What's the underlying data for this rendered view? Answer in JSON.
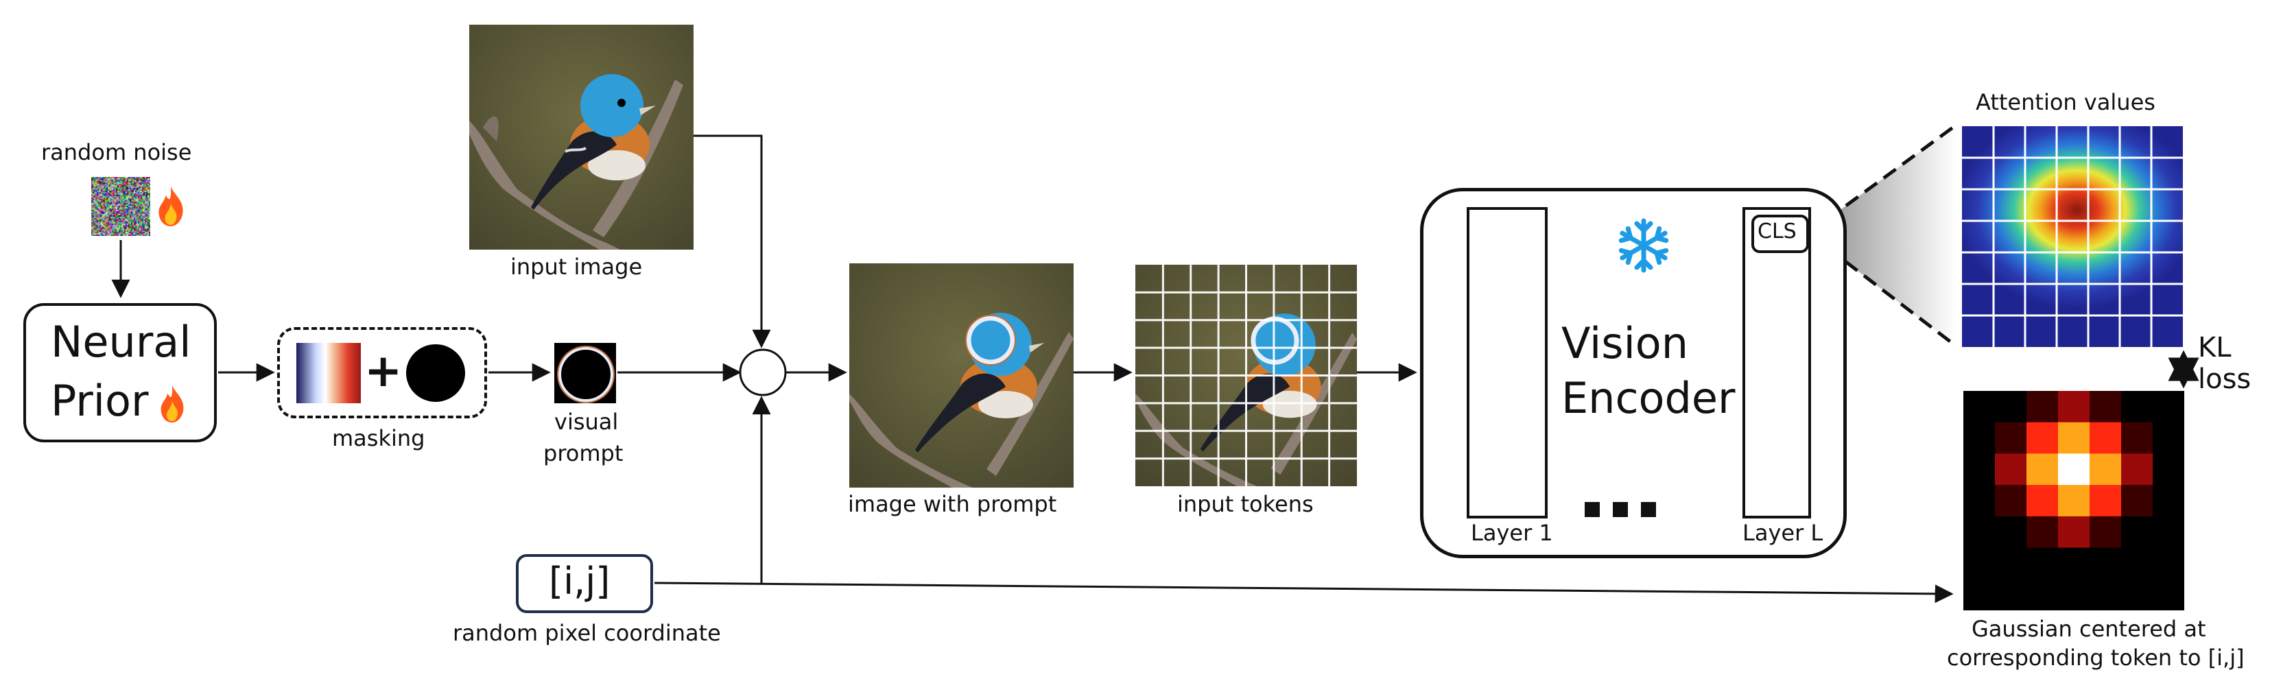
{
  "noise": {
    "label": "random noise"
  },
  "neural_prior": {
    "line1": "Neural",
    "line2": "Prior"
  },
  "masking": {
    "label": "masking",
    "plus": "+"
  },
  "visual_prompt": {
    "line1": "visual",
    "line2": "prompt"
  },
  "input_image": {
    "label": "input image"
  },
  "image_with_prompt": {
    "label": "image with prompt"
  },
  "input_tokens": {
    "label": "input tokens"
  },
  "coordinate": {
    "text": "[i,j]",
    "label": "random pixel coordinate"
  },
  "vision_encoder": {
    "line1": "Vision",
    "line2": "Encoder",
    "cls": "CLS",
    "layer_first": "Layer 1",
    "layer_last": "Layer L",
    "frozen_icon": "snowflake-icon"
  },
  "attention": {
    "label": "Attention values"
  },
  "kl": {
    "line1": "KL",
    "line2": "loss"
  },
  "gaussian": {
    "line1": "Gaussian centered at",
    "line2": "corresponding token to [i,j]"
  },
  "icons": {
    "trainable": "fire-icon"
  },
  "colors": {
    "snowflake": "#1f9be6",
    "fire": "#ff7a1a",
    "box_stroke": "#111111",
    "coord_stroke": "#1e2d4a"
  }
}
